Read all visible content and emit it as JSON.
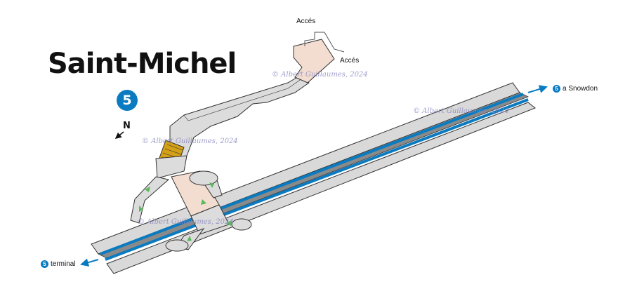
{
  "station": {
    "name": "Saint-Michel"
  },
  "line": {
    "number": "5",
    "color": "#0a7bc1"
  },
  "compass": {
    "label": "N"
  },
  "exits": {
    "top": "Accés",
    "side": "Accés"
  },
  "directions": {
    "east": {
      "line": "5",
      "text": "a Snowdon"
    },
    "west": {
      "line": "5",
      "text": "terminal"
    }
  },
  "credits": {
    "c1": "© Albert Guillaumes, 2024",
    "c2": "© Albert Guillaumes, 2024",
    "c3": "© Albert Guillaumes, 2024",
    "c4": "© Albert Guillaumes, 2024"
  },
  "colors": {
    "platform": "#d9d9d9",
    "track": "#0a7bc1",
    "stairs": "#f3ddd0",
    "escalator": "#d4a017",
    "arrow": "#5cb85c"
  }
}
